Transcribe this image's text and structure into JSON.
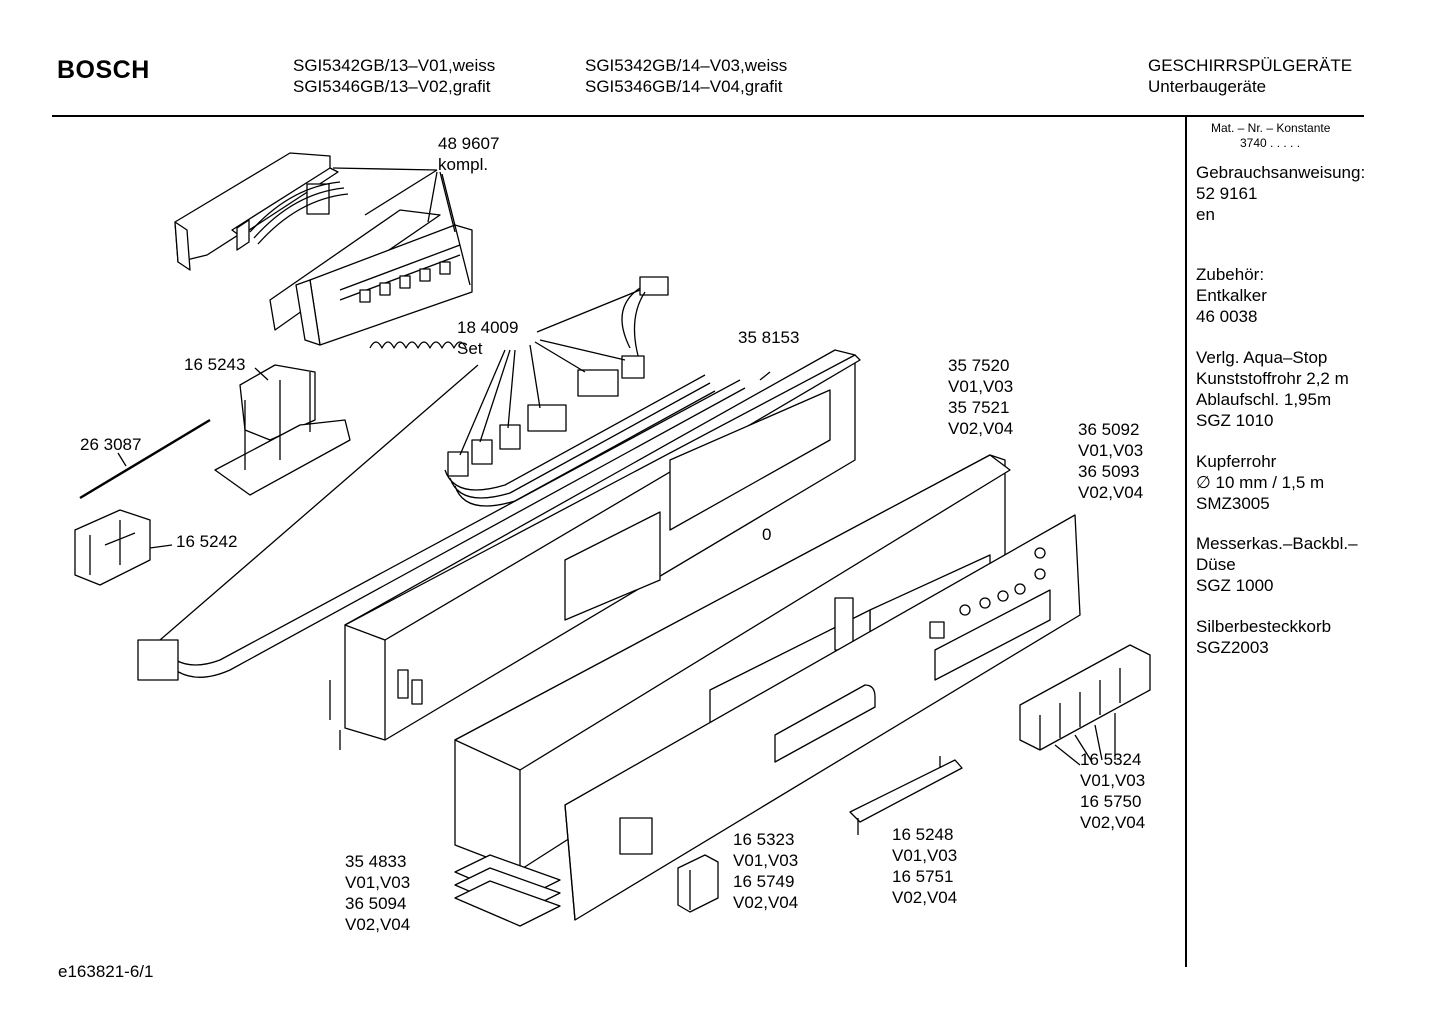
{
  "header": {
    "brand": "BOSCH",
    "models_col1": [
      "SGI5342GB/13–V01,weiss",
      "SGI5346GB/13–V02,grafit"
    ],
    "models_col2": [
      "SGI5342GB/14–V03,weiss",
      "SGI5346GB/14–V04,grafit"
    ],
    "category": [
      "GESCHIRRSPÜLGERÄTE",
      "Unterbaugeräte"
    ]
  },
  "sidebar": {
    "mat_label": "Mat. – Nr. – Konstante",
    "mat_value": "3740  .  .  .  .  .",
    "blocks": [
      [
        "Gebrauchsanweisung:",
        "52 9161",
        "en"
      ],
      [
        "Zubehör:",
        "Entkalker",
        "46 0038"
      ],
      [
        "Verlg. Aqua–Stop",
        "Kunststoffrohr 2,2 m",
        "Ablaufschl. 1,95m",
        "SGZ 1010"
      ],
      [
        "Kupferrohr",
        "∅ 10 mm / 1,5 m",
        "SMZ3005"
      ],
      [
        "Messerkas.–Backbl.–",
        "Düse",
        "SGZ 1000"
      ],
      [
        "Silberbesteckkorb",
        "SGZ2003"
      ]
    ]
  },
  "parts": [
    {
      "id": "p489607",
      "lines": [
        "48 9607",
        "kompl."
      ]
    },
    {
      "id": "p184009",
      "lines": [
        "18 4009",
        "Set"
      ]
    },
    {
      "id": "p165243",
      "lines": [
        "16 5243"
      ]
    },
    {
      "id": "p263087",
      "lines": [
        "26 3087"
      ]
    },
    {
      "id": "p165242",
      "lines": [
        "16 5242"
      ]
    },
    {
      "id": "p358153",
      "lines": [
        "35 8153"
      ]
    },
    {
      "id": "p357520",
      "lines": [
        "35 7520",
        "V01,V03",
        "35 7521",
        "V02,V04"
      ]
    },
    {
      "id": "p365092",
      "lines": [
        "36 5092",
        "V01,V03",
        "36 5093",
        "V02,V04"
      ]
    },
    {
      "id": "p165324",
      "lines": [
        "16 5324",
        "V01,V03",
        "16 5750",
        "V02,V04"
      ]
    },
    {
      "id": "p165248",
      "lines": [
        "16 5248",
        "V01,V03",
        "16 5751",
        "V02,V04"
      ]
    },
    {
      "id": "p165323",
      "lines": [
        "16 5323",
        "V01,V03",
        "16 5749",
        "V02,V04"
      ]
    },
    {
      "id": "p354833",
      "lines": [
        "35 4833",
        "V01,V03",
        "36 5094",
        "V02,V04"
      ]
    },
    {
      "id": "pzero",
      "lines": [
        "0"
      ]
    }
  ],
  "footer": {
    "code": "e163821-6/1"
  }
}
